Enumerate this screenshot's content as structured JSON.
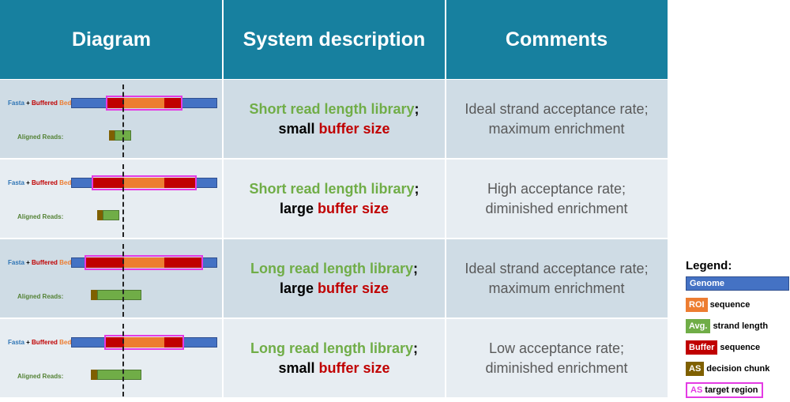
{
  "headers": {
    "diagram": "Diagram",
    "system": "System description",
    "comments": "Comments"
  },
  "diagram_labels": {
    "fasta": "Fasta",
    "plus": " + ",
    "buffered": "Buffered",
    "bed": " Bed",
    "colon": ":",
    "aligned": "Aligned Reads:"
  },
  "rows": [
    {
      "desc_green": "Short read length library",
      "desc_sep": ";",
      "desc_small": "small",
      "desc_buffer": "buffer size",
      "comment_1": "Ideal strand acceptance rate;",
      "comment_2": "maximum enrichment"
    },
    {
      "desc_green": "Short read length library",
      "desc_sep": ";",
      "desc_small": "large",
      "desc_buffer": "buffer size",
      "comment_1": "High acceptance rate;",
      "comment_2": "diminished enrichment"
    },
    {
      "desc_green": "Long read length library",
      "desc_sep": ";",
      "desc_small": "large",
      "desc_buffer": "buffer size",
      "comment_1": "Ideal strand acceptance rate;",
      "comment_2": "maximum enrichment"
    },
    {
      "desc_green": "Long read length library",
      "desc_sep": ";",
      "desc_small": "small",
      "desc_buffer": "buffer size",
      "comment_1": "Low acceptance rate;",
      "comment_2": "diminished enrichment"
    }
  ],
  "legend": {
    "title": "Legend:",
    "genome": "Genome",
    "roi": "ROI",
    "roi_text": "sequence",
    "avg": "Avg.",
    "avg_text": "strand length",
    "buffer": "Buffer",
    "buffer_text": "sequence",
    "as": "AS",
    "as_text": "decision chunk",
    "as2": "AS",
    "as2_text": "target region"
  },
  "colors": {
    "header_bg": "#17809f",
    "genome": "#4472c4",
    "roi": "#ed7d31",
    "read": "#70ad47",
    "buffer": "#c00000",
    "decision_chunk": "#7f6000",
    "target_region": "#e43be4"
  }
}
